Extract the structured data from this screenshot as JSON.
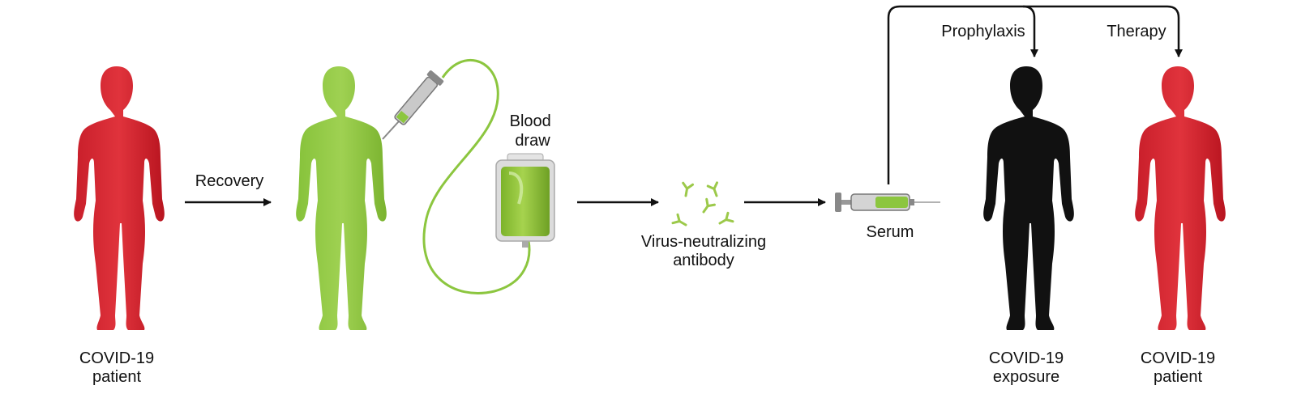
{
  "labels": {
    "patient_left": {
      "line1": "COVID-19",
      "line2": "patient"
    },
    "recovery": "Recovery",
    "blood_draw": {
      "line1": "Blood",
      "line2": "draw"
    },
    "antibody": {
      "line1": "Virus-neutralizing",
      "line2": "antibody"
    },
    "serum": "Serum",
    "prophylaxis": "Prophylaxis",
    "therapy": "Therapy",
    "exposure": {
      "line1": "COVID-19",
      "line2": "exposure"
    },
    "patient_right": {
      "line1": "COVID-19",
      "line2": "patient"
    }
  },
  "colors": {
    "patient_red": "#d22630",
    "recovered_green": "#8cc63f",
    "exposed_black": "#111111",
    "arrow": "#111111"
  }
}
